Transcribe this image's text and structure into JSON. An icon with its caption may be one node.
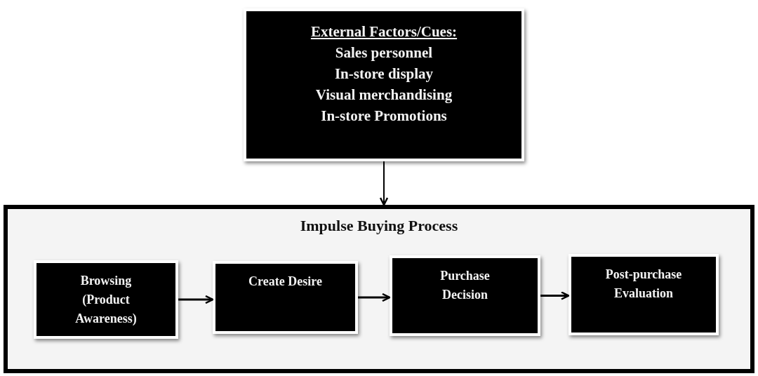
{
  "diagram": {
    "nodes": [
      {
        "text": [
          "External Factors/Cues:",
          "Sales personnel",
          "In-store display",
          "Visual merchandising",
          "In-store Promotions"
        ]
      },
      {
        "text": [
          "Impulse Buying Process"
        ]
      },
      {
        "text": [
          "Browsing (Product Awareness)"
        ],
        "in": 1
      },
      {
        "text": [
          "Create Desire"
        ],
        "in": 1
      },
      {
        "text": [
          "Purchase Decision"
        ],
        "in": 1
      },
      {
        "text": [
          "Post-purchase Evaluation"
        ],
        "in": 1
      }
    ],
    "edges": [
      {
        "from": 0,
        "to": 1,
        "arrow": "to"
      },
      {
        "from": 2,
        "to": 3,
        "arrow": "to"
      },
      {
        "from": 3,
        "to": 4,
        "arrow": "to"
      },
      {
        "from": 4,
        "to": 5,
        "arrow": "to"
      }
    ]
  }
}
